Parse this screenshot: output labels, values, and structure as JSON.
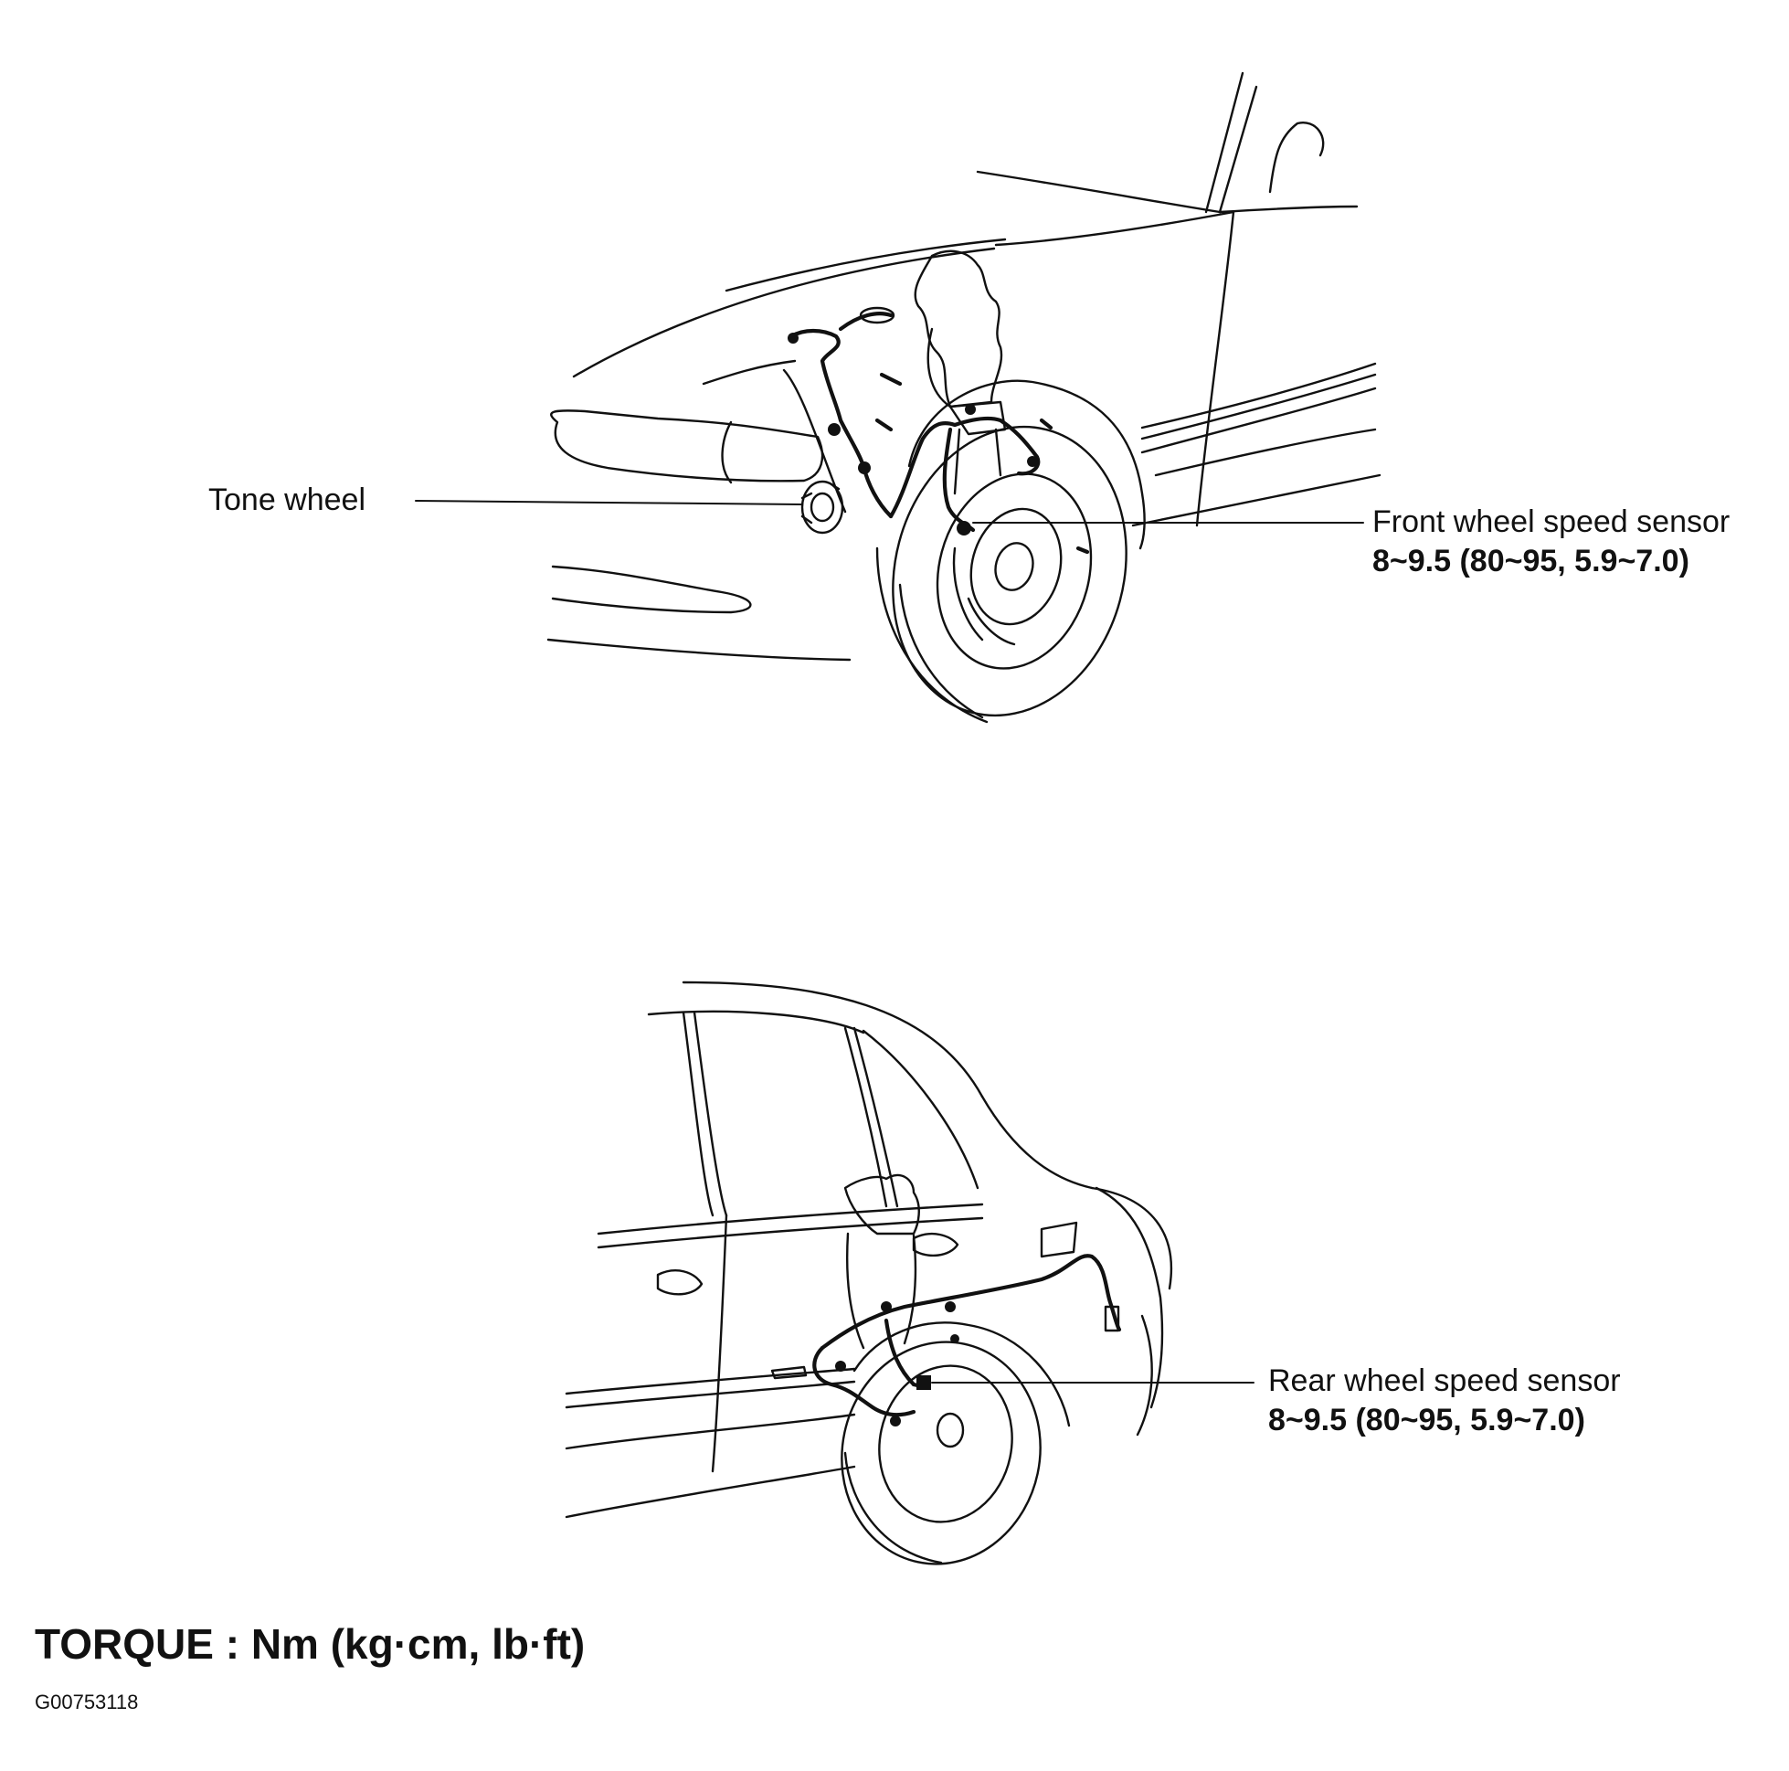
{
  "callouts": {
    "tone_wheel": {
      "label": "Tone wheel"
    },
    "front_sensor": {
      "label": "Front wheel speed sensor",
      "torque": "8~9.5 (80~95, 5.9~7.0)"
    },
    "rear_sensor": {
      "label": "Rear wheel speed sensor",
      "torque": "8~9.5 (80~95, 5.9~7.0)"
    }
  },
  "footer": {
    "torque_units": "TORQUE : Nm (kg·cm, lb·ft)",
    "figure_id": "G00753118"
  }
}
